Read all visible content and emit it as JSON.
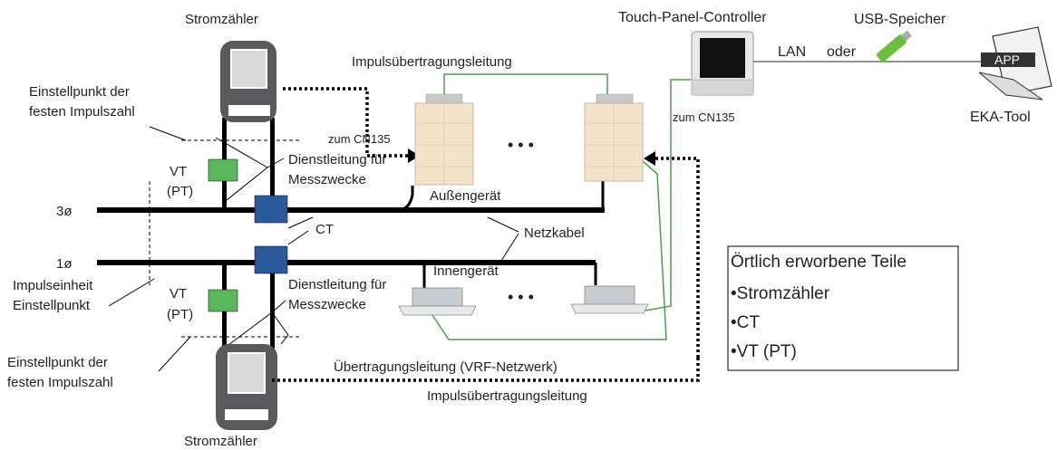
{
  "labels": {
    "meter_top": "Stromzähler",
    "meter_bottom": "Stromzähler",
    "setpoint_top_1": "Einstellpunkt der",
    "setpoint_top_2": "festen Impulszahl",
    "setpoint_bottom_1": "Einstellpunkt der",
    "setpoint_bottom_2": "festen Impulszahl",
    "pulse_unit_1": "Impulseinheit",
    "pulse_unit_2": "Einstellpunkt",
    "vt_top_1": "VT",
    "vt_top_2": "(PT)",
    "vt_bottom_1": "VT",
    "vt_bottom_2": "(PT)",
    "service_top_1": "Dienstleitung für",
    "service_top_2": "Messzwecke",
    "service_bottom_1": "Dienstleitung für",
    "service_bottom_2": "Messzwecke",
    "phase3": "3ø",
    "phase1": "1ø",
    "ct": "CT",
    "cn135_left": "zum CN135",
    "cn135_right": "zum CN135",
    "pulse_line_top": "Impulsübertragungsleitung",
    "pulse_line_bottom": "Impulsübertragungsleitung",
    "outdoor_unit": "Außengerät",
    "indoor_unit": "Innengerät",
    "power_cable": "Netzkabel",
    "transmission_line": "Übertragungsleitung (VRF-Netzwerk)",
    "touch_panel": "Touch-Panel-Controller",
    "usb": "USB-Speicher",
    "lan": "LAN",
    "oder": "oder",
    "app": "APP",
    "eka_tool": "EKA-Tool",
    "ellipsis_top": "• • •",
    "ellipsis_bottom": "• • •"
  },
  "parts_box": {
    "title": "Örtlich erworbene Teile",
    "items": [
      "•Stromzähler",
      "•CT",
      "•VT (PT)"
    ]
  },
  "colors": {
    "meter_body": "#5a5a5c",
    "vt_green": "#5cb85c",
    "ct_blue": "#2a5a9c",
    "transmission_green": "#4aa04a",
    "outdoor_unit": "#f3e3c8",
    "line": "#000000"
  }
}
